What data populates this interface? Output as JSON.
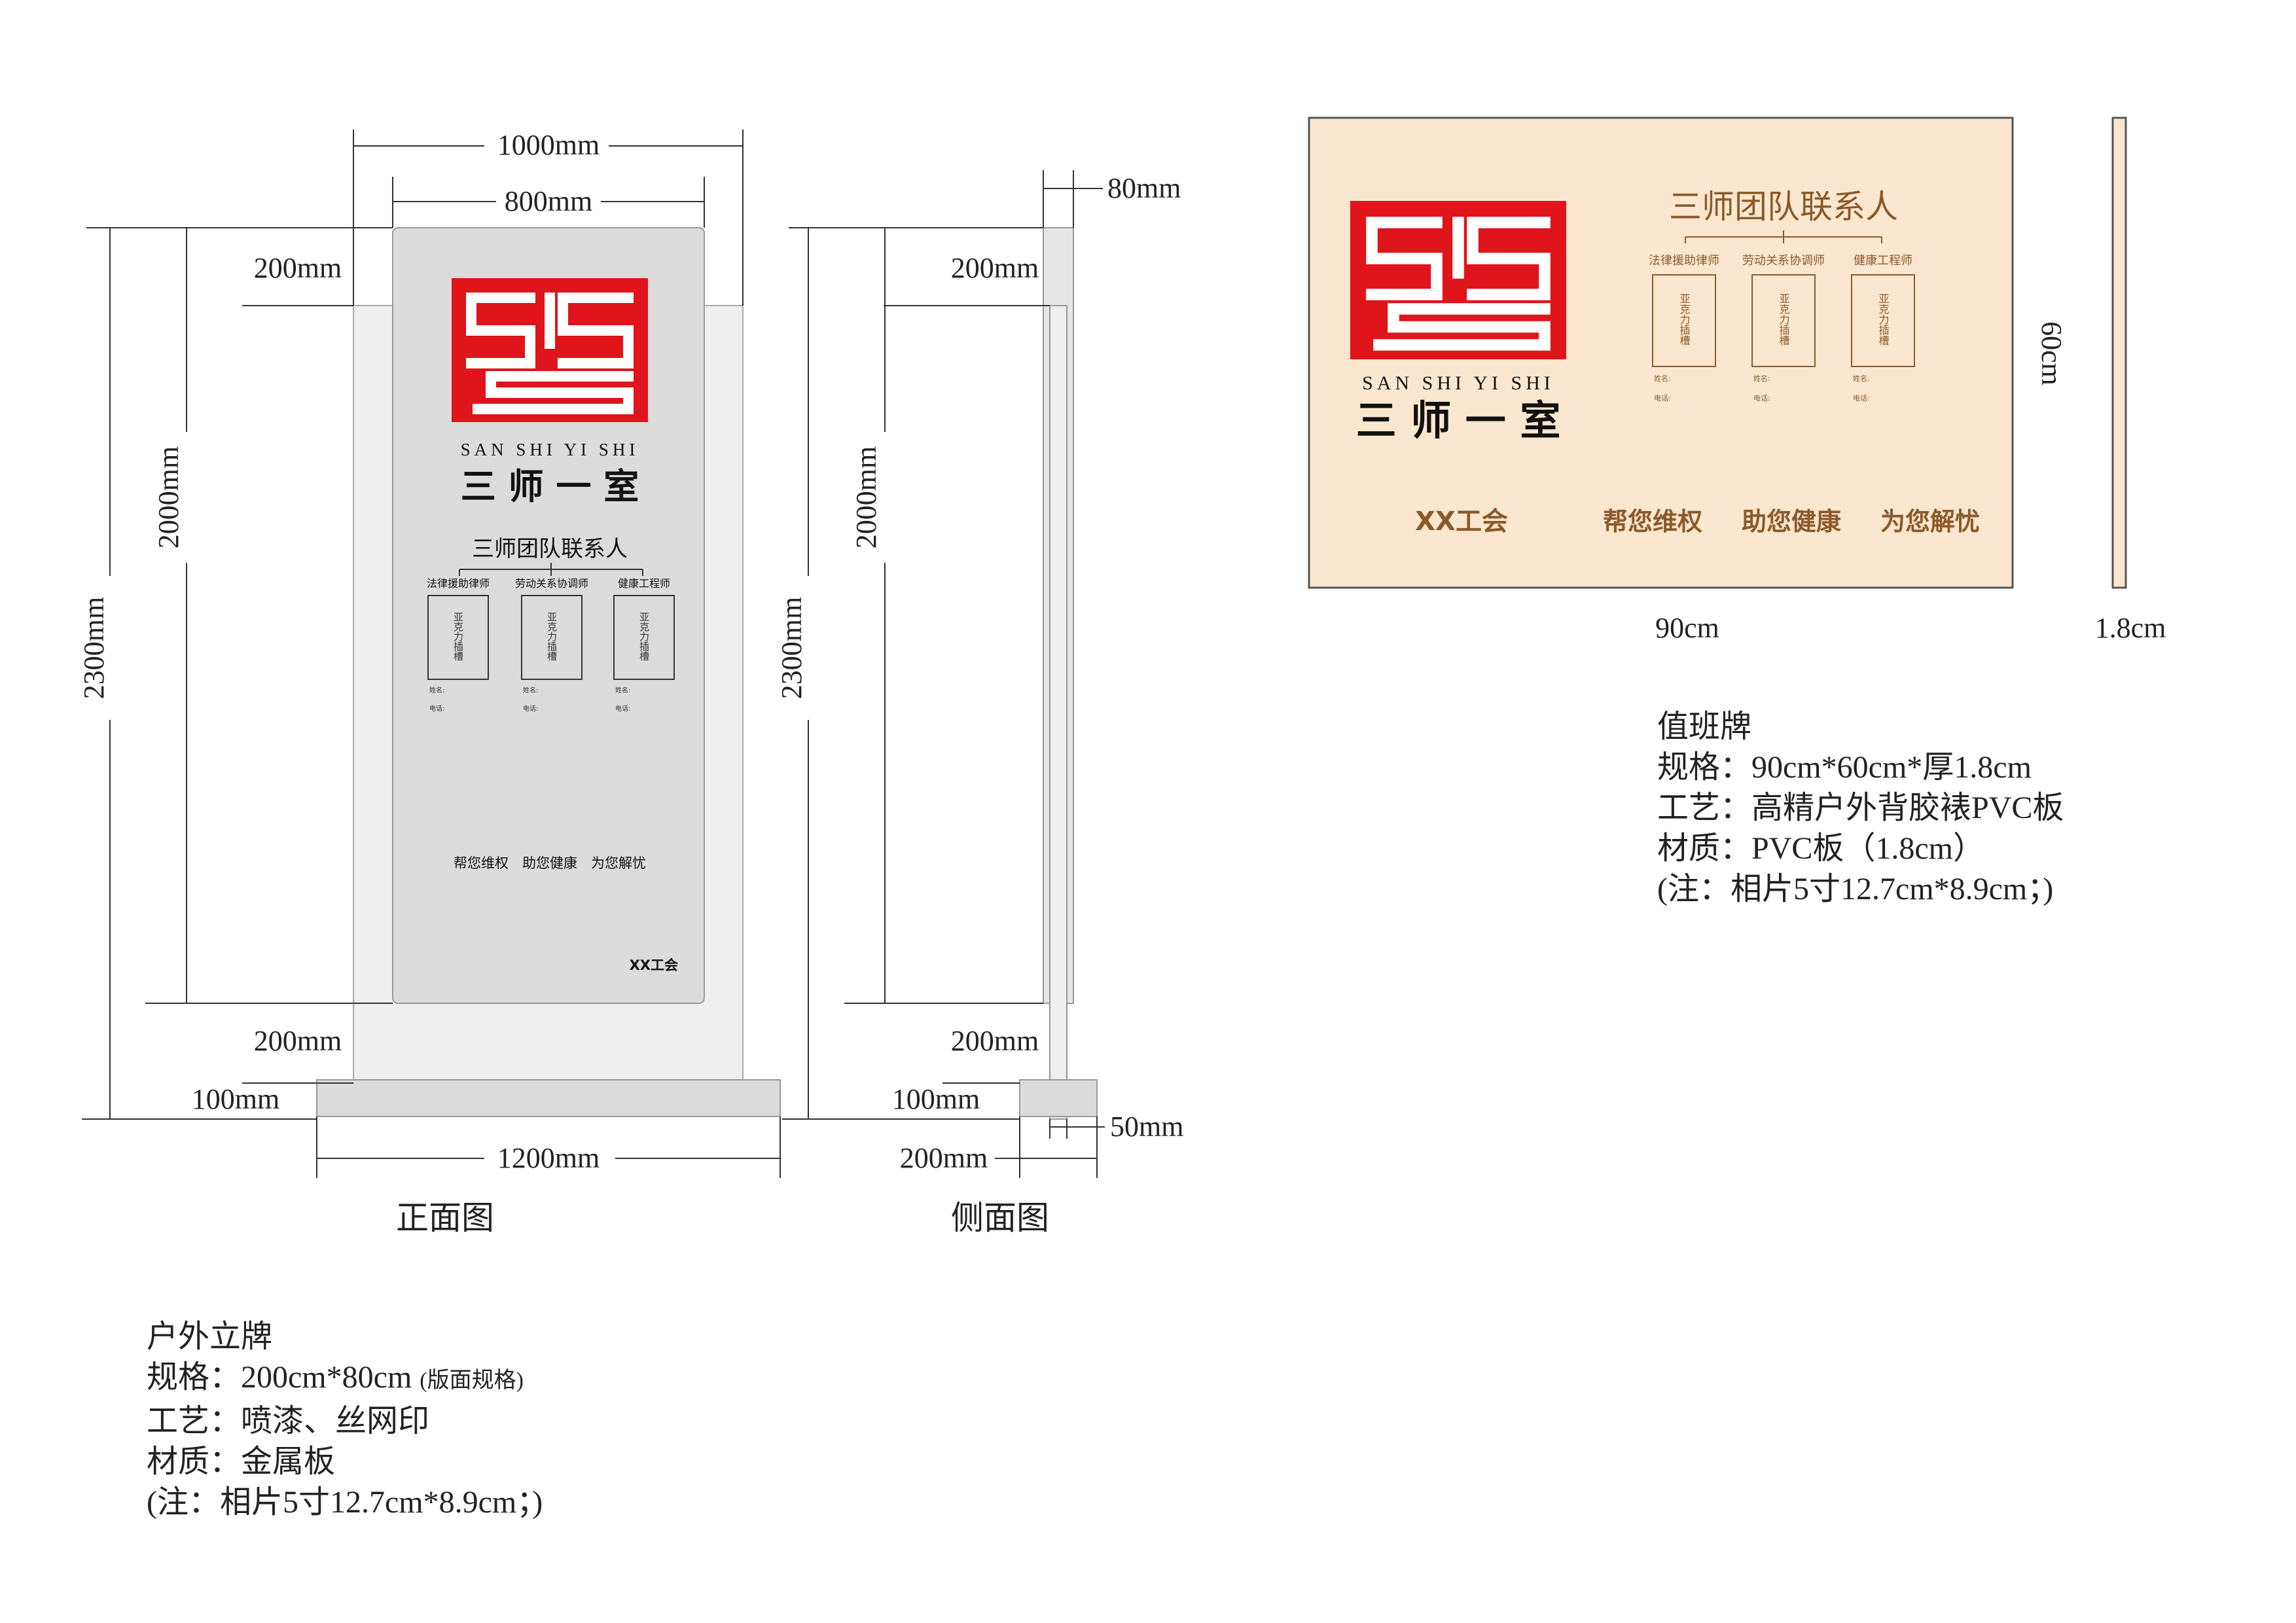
{
  "front_view": {
    "caption": "正面图",
    "dims": {
      "outer_width": "1000mm",
      "panel_width": "800mm",
      "top_gap": "200mm",
      "panel_height": "2000mm",
      "total_height": "2300mm",
      "bottom_gap": "200mm",
      "base_height": "100mm",
      "base_width": "1200mm"
    },
    "panel": {
      "logo_pinyin": "SAN SHI YI SHI",
      "logo_cn": "三 师 一 室",
      "title": "三师团队联系人",
      "roles": [
        "法律援助律师",
        "劳动关系协调师",
        "健康工程师"
      ],
      "slot_label": "亚克力插槽",
      "name_label": "姓名:",
      "phone_label": "电话:",
      "slogan": "帮您维权　助您健康　为您解忧",
      "org": "XX工会"
    }
  },
  "side_view": {
    "caption": "侧面图",
    "dims": {
      "thickness": "80mm",
      "top_gap": "200mm",
      "panel_height": "2000mm",
      "total_height": "2300mm",
      "bottom_gap": "200mm",
      "base_height": "100mm",
      "post_depth": "50mm",
      "base_depth": "200mm"
    }
  },
  "duty_board": {
    "title": "三师团队联系人",
    "logo_pinyin": "SAN SHI YI SHI",
    "logo_cn": "三 师 一 室",
    "roles": [
      "法律援助律师",
      "劳动关系协调师",
      "健康工程师"
    ],
    "slot_label": "亚克力插槽",
    "name_label": "姓名:",
    "phone_label": "电话:",
    "org": "XX工会",
    "slogans": [
      "帮您维权",
      "助您健康",
      "为您解忧"
    ],
    "width_label": "90cm",
    "height_label": "60cm",
    "thickness_label": "1.8cm",
    "bg_color": "#fbe7cf",
    "accent_color": "#8b5a2b"
  },
  "outdoor_sign_spec": {
    "name": "户外立牌",
    "spec": "规格：200cm*80cm",
    "spec_note": "(版面规格)",
    "craft": "工艺：喷漆、丝网印",
    "material": "材质：金属板",
    "note": "(注：相片5寸12.7cm*8.9cm；)"
  },
  "duty_board_spec": {
    "name": "值班牌",
    "spec": "规格：90cm*60cm*厚1.8cm",
    "craft": "工艺：高精户外背胶裱PVC板",
    "material": "材质：PVC板（1.8cm）",
    "note": "(注：相片5寸12.7cm*8.9cm；)"
  },
  "colors": {
    "logo_red": "#e0141b",
    "panel_gray": "#dcdcdc",
    "frame_gray": "#efefef",
    "line": "#333333"
  }
}
